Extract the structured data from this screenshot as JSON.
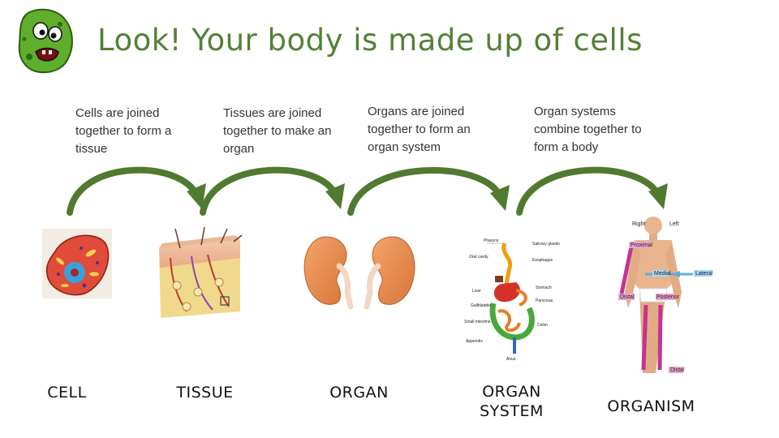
{
  "title": "Look! Your body is made up of cells",
  "steps": [
    {
      "description": "Cells are joined together to form a tissue",
      "label": "CELL"
    },
    {
      "description": "Tissues are joined together to make an organ",
      "label": "TISSUE"
    },
    {
      "description": "Organs are joined together to form an organ system",
      "label": "ORGAN"
    },
    {
      "description": "Organ systems combine together to form a body",
      "label": "ORGAN SYSTEM"
    },
    {
      "description": "",
      "label": "ORGANISM"
    }
  ],
  "body_figure_labels": {
    "right": "Right",
    "left": "Left",
    "proximal": "Proximal",
    "medial": "Medial",
    "lateral": "Lateral",
    "distal": "Distal",
    "posterior": "Posterior",
    "distal_bottom": "Distal"
  },
  "colors": {
    "title": "#538135",
    "arrow": "#4f7a2f",
    "mascot": "#5fae2c"
  }
}
